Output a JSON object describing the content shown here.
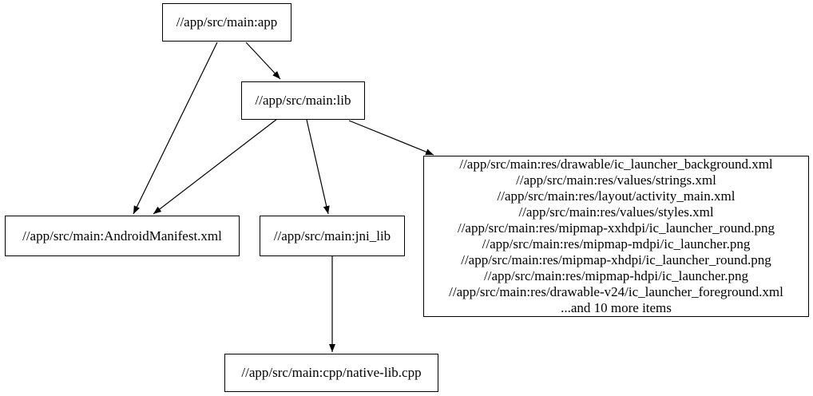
{
  "diagram": {
    "kind": "dependency-graph",
    "colors": {
      "background": "#ffffff",
      "node_fill": "#ffffff",
      "node_border": "#000000",
      "edge": "#000000",
      "text": "#000000"
    },
    "nodes": {
      "app": {
        "label": "//app/src/main:app"
      },
      "lib": {
        "label": "//app/src/main:lib"
      },
      "android_manifest": {
        "label": "//app/src/main:AndroidManifest.xml"
      },
      "jni_lib": {
        "label": "//app/src/main:jni_lib"
      },
      "native_cpp": {
        "label": "//app/src/main:cpp/native-lib.cpp"
      },
      "res_group": {
        "lines": [
          "//app/src/main:res/drawable/ic_launcher_background.xml",
          "//app/src/main:res/values/strings.xml",
          "//app/src/main:res/layout/activity_main.xml",
          "//app/src/main:res/values/styles.xml",
          "//app/src/main:res/mipmap-xxhdpi/ic_launcher_round.png",
          "//app/src/main:res/mipmap-mdpi/ic_launcher.png",
          "//app/src/main:res/mipmap-xhdpi/ic_launcher_round.png",
          "//app/src/main:res/mipmap-hdpi/ic_launcher.png",
          "//app/src/main:res/drawable-v24/ic_launcher_foreground.xml",
          "...and 10 more items"
        ]
      }
    },
    "edges": [
      {
        "from": "app",
        "to": "lib"
      },
      {
        "from": "app",
        "to": "android_manifest"
      },
      {
        "from": "lib",
        "to": "android_manifest"
      },
      {
        "from": "lib",
        "to": "jni_lib"
      },
      {
        "from": "lib",
        "to": "res_group"
      },
      {
        "from": "jni_lib",
        "to": "native_cpp"
      }
    ]
  }
}
